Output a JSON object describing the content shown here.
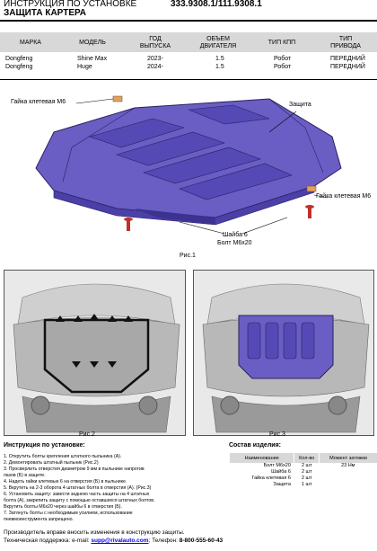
{
  "header": {
    "title_line1": "ИНСТРУКЦИЯ ПО УСТАНОВКЕ",
    "title_line2": "ЗАЩИТА КАРТЕРА",
    "code": "333.9308.1/111.9308.1"
  },
  "spec_table": {
    "columns": [
      "МАРКА",
      "МОДЕЛЬ",
      "ГОД\nВЫПУСКА",
      "ОБЪЕМ\nДВИГАТЕЛЯ",
      "ТИП КПП",
      "ТИП\nПРИВОДА"
    ],
    "rows": [
      [
        "Dongfeng",
        "Shine Max",
        "2023-",
        "1.5",
        "Робот",
        "ПЕРЕДНИЙ"
      ],
      [
        "Dongfeng",
        "Huge",
        "2024-",
        "1.5",
        "Робот",
        "ПЕРЕДНИЙ"
      ]
    ]
  },
  "figure1": {
    "label_nut_left": "Гайка клетевая М6",
    "label_shield": "Защита",
    "label_nut_right": "Гайка клетевая М6",
    "label_washer": "Шайба 6",
    "label_bolt": "Болт М6х20",
    "caption": "Рис.1"
  },
  "figure2": {
    "caption": "Рис.2"
  },
  "figure3": {
    "caption": "Рис.3"
  },
  "instructions": {
    "heading": "Инструкция по установке:",
    "steps": [
      "1. Открутить болты крепления штатного пыльника (А).",
      "2. Демонтировать штатный пыльник (Рис.2)",
      "3. Просверлить отверстия диаметром 9 мм в пыльнике напротив",
      "пазов (Б) в защите.",
      "4. Надеть гайки клетевые 6 на отверстия (Б) в пыльнике.",
      "5. Вкрутить на 2-3 оборота 4 штатных болта в отверстия (А). (Рис.3)",
      "6. Установить защиту: завести заднюю часть защиты на 4 штатных",
      "болта (А), закрепить защиту с помощью оставшихся штатных болтов.",
      "Вкрутить болты М6х20 через шайбы 6 в отверстия (Б).",
      "7. Затянуть болты с необходимым усилием, использование",
      "пневмоинструмента запрещено."
    ]
  },
  "composition": {
    "heading": "Состав изделия:",
    "columns": [
      "Наименование",
      "Кол-во",
      "Момент затяжки"
    ],
    "rows": [
      [
        "Болт М6х20",
        "2 шт",
        "23 Нм"
      ],
      [
        "Шайба 6",
        "2 шт",
        ""
      ],
      [
        "Гайка клетевая 6",
        "2 шт",
        ""
      ],
      [
        "Защита",
        "1 шт",
        ""
      ]
    ]
  },
  "footer": {
    "line1": "Производитель вправе вносить изменения в конструкцию защиты.",
    "support_prefix": "Техническая поддержка:  e-mail: ",
    "email": "supp@rivalauto.com",
    "phone_prefix": ";  Телефон: ",
    "phone": "8-800-555-60-43"
  },
  "colors": {
    "shield": "#6a5ec4",
    "shield_dark": "#4b3fa8",
    "nut": "#e0a060",
    "bolt": "#c0302a",
    "header_bg": "#d8d8d8"
  }
}
